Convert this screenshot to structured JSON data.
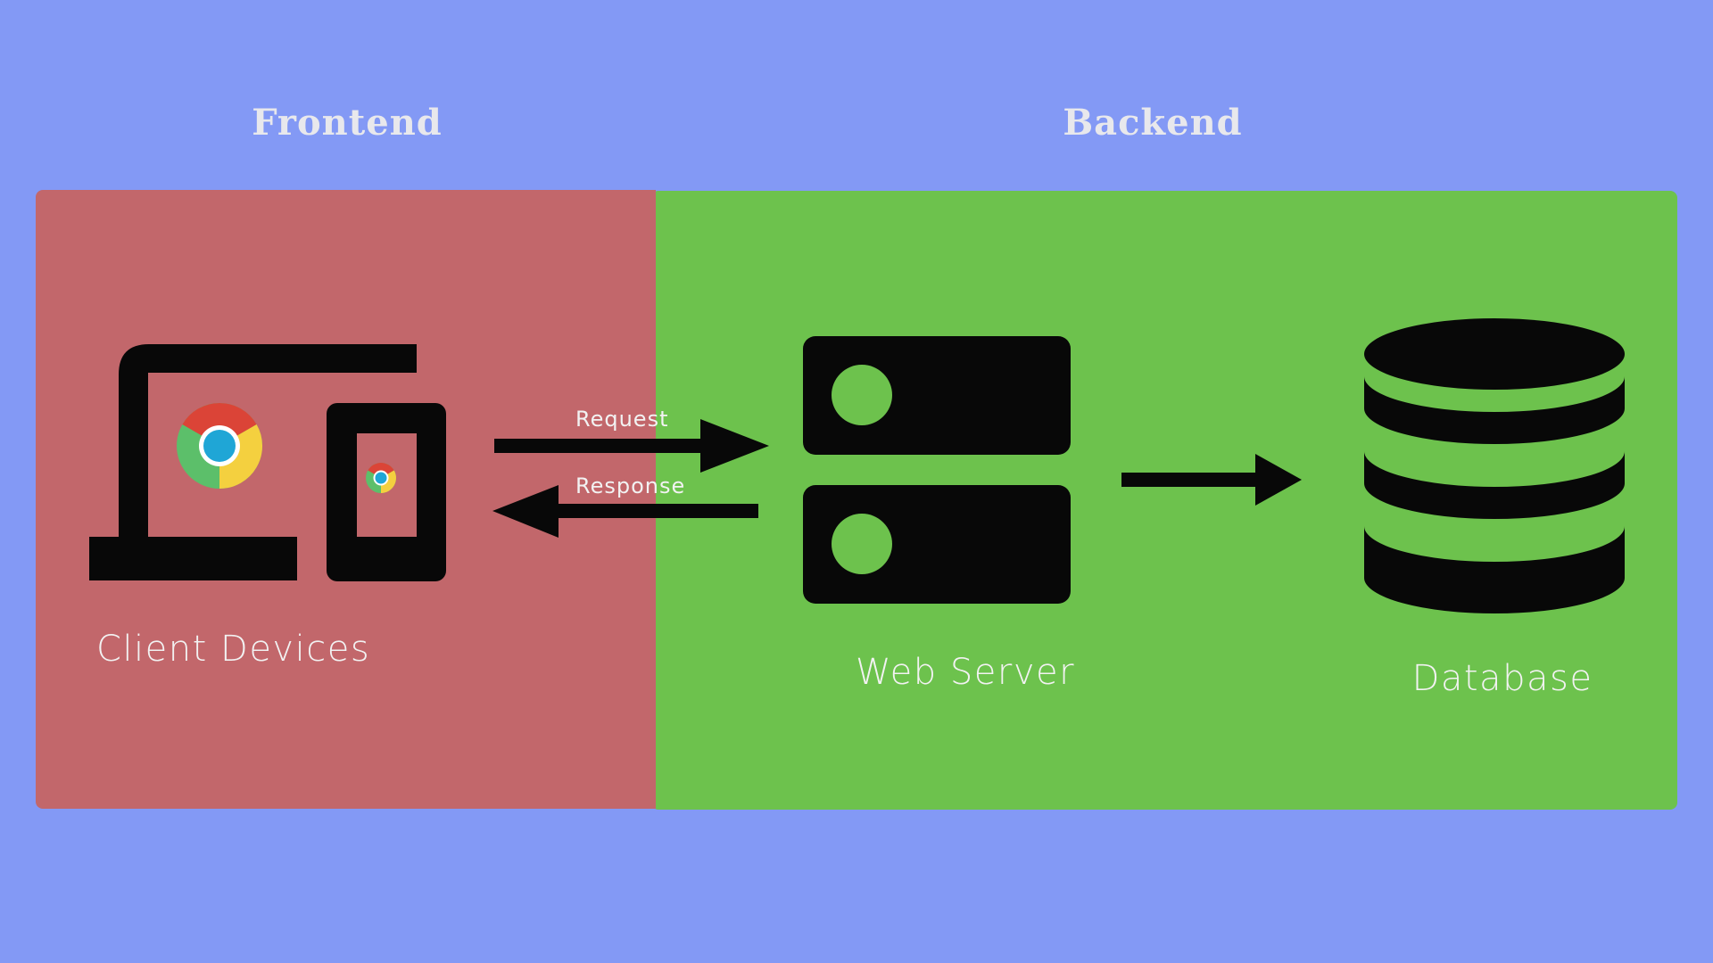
{
  "colors": {
    "background": "#8399F5",
    "frontend_panel": "#C2676B",
    "backend_panel": "#6DC24D",
    "icon": "#080808",
    "heading_text": "#E8E8EC",
    "label_text": "#F2F2F2",
    "chrome_red": "#DB4437",
    "chrome_yellow": "#F4D03F",
    "chrome_green": "#5CBF6A",
    "chrome_blue": "#1FA6D6"
  },
  "sections": {
    "frontend": {
      "label": "Frontend"
    },
    "backend": {
      "label": "Backend"
    }
  },
  "nodes": {
    "client": {
      "label": "Client Devices",
      "icon": "laptop-phone-chrome-icon"
    },
    "server": {
      "label": "Web Server",
      "icon": "server-rack-icon"
    },
    "database": {
      "label": "Database",
      "icon": "database-cylinder-icon"
    }
  },
  "edges": {
    "request": {
      "label": "Request",
      "from": "client",
      "to": "server"
    },
    "response": {
      "label": "Response",
      "from": "server",
      "to": "client"
    },
    "server_to_db": {
      "label": "",
      "from": "server",
      "to": "database"
    }
  }
}
